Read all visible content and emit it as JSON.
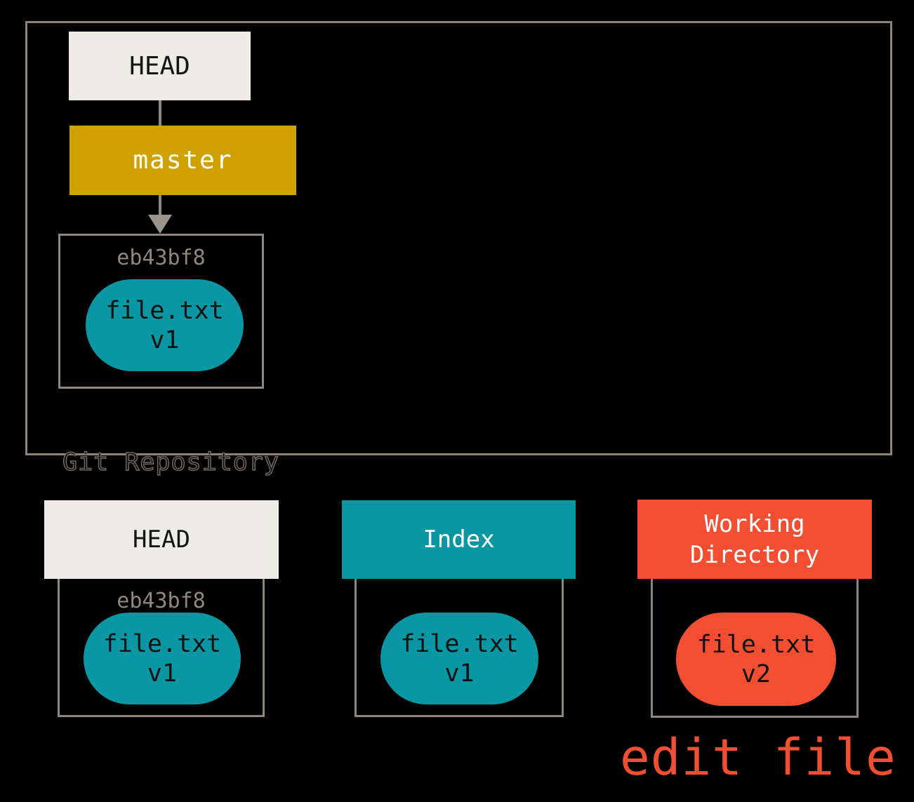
{
  "repository": {
    "label": "Git Repository",
    "head_label": "HEAD",
    "branch_label": "master",
    "commit": {
      "hash": "eb43bf8",
      "file": "file.txt",
      "version": "v1"
    }
  },
  "columns": [
    {
      "header": "HEAD",
      "hash": "eb43bf8",
      "file": "file.txt",
      "version": "v1"
    },
    {
      "header": "Index",
      "file": "file.txt",
      "version": "v1"
    },
    {
      "header": "Working Directory",
      "file": "file.txt",
      "version": "v2"
    }
  ],
  "caption": "edit file",
  "colors": {
    "background": "#000000",
    "cream": "#eeede5",
    "gold": "#cfa202",
    "teal": "#0a96a2",
    "orange": "#f14e32",
    "border_gray": "#8b8379",
    "hash_text_gray": "#8e887e",
    "dark_text": "#151515",
    "white_text": "#ffffff"
  }
}
